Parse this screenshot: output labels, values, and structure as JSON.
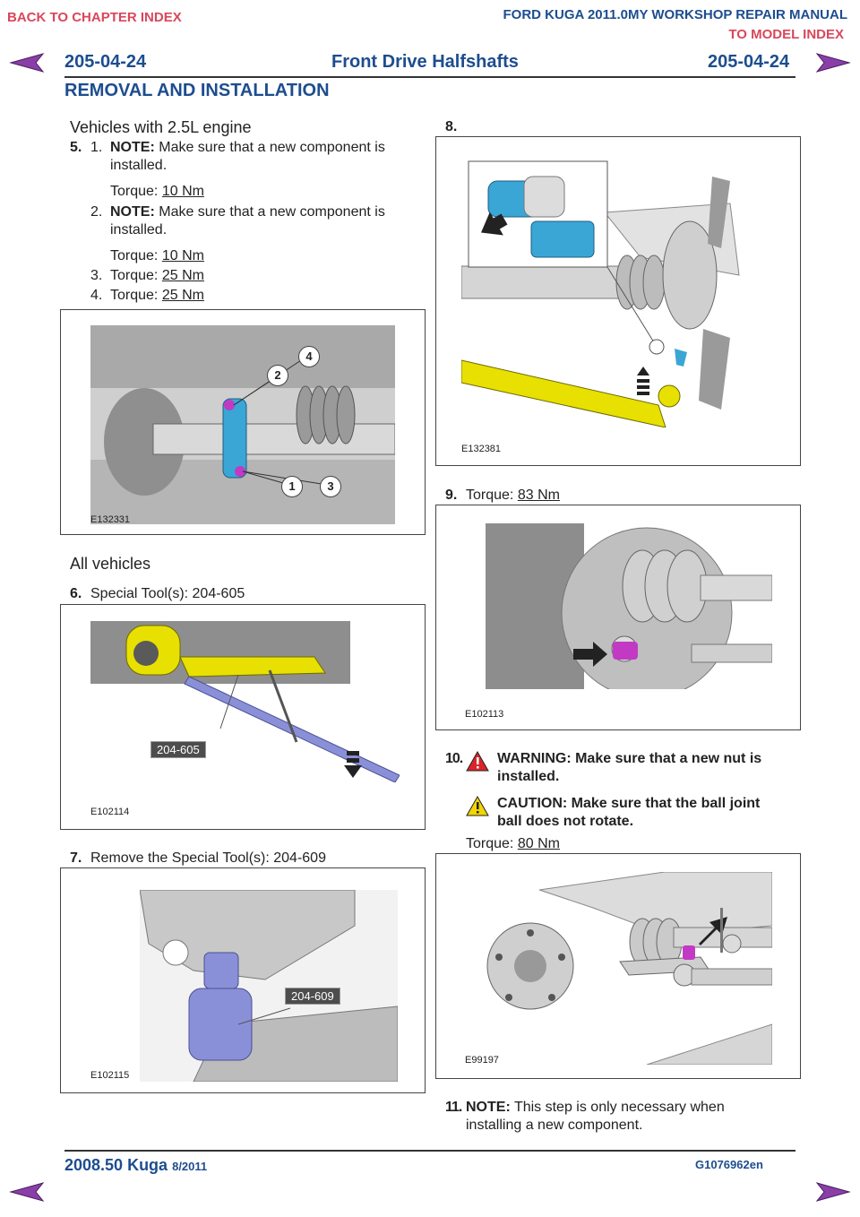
{
  "top": {
    "back_chapter": "BACK TO CHAPTER INDEX",
    "manual_title": "FORD KUGA 2011.0MY WORKSHOP REPAIR MANUAL",
    "to_model": "TO MODEL INDEX"
  },
  "header": {
    "page_left": "205-04-24",
    "section": "Front Drive Halfshafts",
    "page_right": "205-04-24",
    "subtitle": "REMOVAL AND INSTALLATION"
  },
  "left": {
    "heading1": "Vehicles with 2.5L engine",
    "step5_num": "5.",
    "sub1_num": "1.",
    "note_label": "NOTE:",
    "sub1_text": "Make sure that a new component is",
    "sub1_text2": "installed.",
    "torque_label": "Torque:",
    "sub1_torque": "10 Nm",
    "sub2_num": "2.",
    "sub2_text": "Make sure that a new component is",
    "sub2_text2": "installed.",
    "sub2_torque": "10 Nm",
    "sub3_num": "3.",
    "sub3_torque": "25 Nm",
    "sub4_num": "4.",
    "sub4_torque": "25 Nm",
    "fig1_code": "E132331",
    "fig1_callouts": [
      "1",
      "2",
      "3",
      "4"
    ],
    "heading2": "All vehicles",
    "step6_num": "6.",
    "step6_text": "Special Tool(s): 204-605",
    "fig2_code": "E102114",
    "fig2_tool": "204-605",
    "step7_num": "7.",
    "step7_text": "Remove the Special Tool(s): 204-609",
    "fig3_code": "E102115",
    "fig3_tool": "204-609"
  },
  "right": {
    "step8_num": "8.",
    "fig4_code": "E132381",
    "step9_num": "9.",
    "step9_label": "Torque:",
    "step9_torque": "83 Nm",
    "fig5_code": "E102113",
    "step10_num": "10.",
    "warning_text": "WARNING: Make sure that a new nut is",
    "warning_text2": "installed.",
    "caution_text": "CAUTION: Make sure that the ball joint",
    "caution_text2": "ball does not rotate.",
    "step10_label": "Torque:",
    "step10_torque": "80 Nm",
    "fig6_code": "E99197",
    "step11_num": "11.",
    "step11_note": "NOTE:",
    "step11_text": "This step is only necessary when",
    "step11_text2": "installing a new component."
  },
  "footer": {
    "model": "2008.50 Kuga",
    "date": "8/2011",
    "doc_id": "G1076962en"
  },
  "colors": {
    "link_red": "#d9475a",
    "header_blue": "#1d4d8f",
    "nav_purple": "#8a3fa8",
    "part_cyan": "#3aa6d6",
    "part_yellow": "#e8e000",
    "part_magenta": "#c23ac4",
    "tool_blue": "#8a90d8"
  }
}
